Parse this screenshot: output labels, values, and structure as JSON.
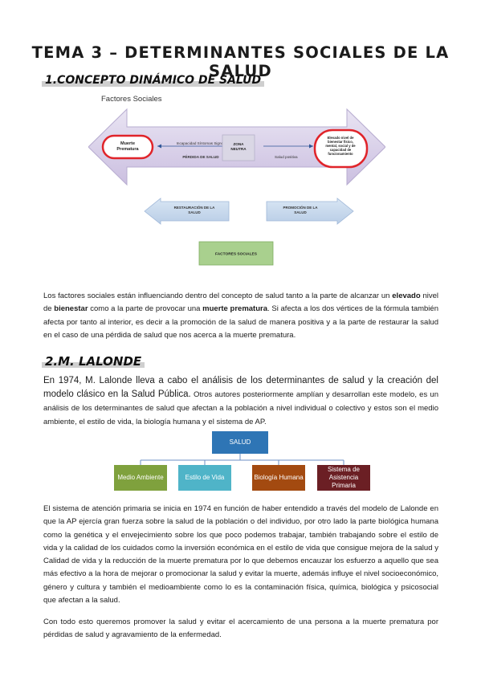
{
  "title": "TEMA 3 – DETERMINANTES SOCIALES DE LA SALUD",
  "section1": {
    "heading": "1.CONCEPTO DINÁMICO DE SALUD",
    "diagram": {
      "title": "Factores Sociales",
      "left_circle": "Muerte Prematura",
      "left_top_label": "Incapacidad  Síntomas  Signos",
      "left_bottom_label": "PÉRDIDA DE SALUD",
      "center_box": "ZONA NEUTRA",
      "right_arrow_label": "Salud positiva",
      "right_circle": "Elevado nivel de bienestar físico, mental, social y de capacidad de funcionamiento",
      "bottom_left_arrow": "RESTAURACIÓN DE LA SALUD",
      "bottom_right_arrow": "PROMOCIÓN DE LA SALUD",
      "bottom_box": "FACTORES SOCIALES"
    },
    "paragraph": {
      "p1": "Los factores sociales están influenciando dentro del concepto de salud tanto a la parte de alcanzar un ",
      "b1": "elevado",
      "p2": " nivel de ",
      "b2": "bienestar",
      "p3": " como a la parte de provocar una ",
      "b3": "muerte prematura",
      "p4": ". Si afecta a los dos vértices de la fórmula también afecta por tanto al interior, es decir a la promoción de la salud de manera positiva y a la parte de restaurar la salud en el caso de una pérdida de salud que nos acerca a la muerte prematura."
    }
  },
  "section2": {
    "heading": "2.M. LALONDE",
    "lead": "En 1974, M. Lalonde lleva a cabo el análisis de los determinantes de salud y la creación del modelo clásico en la Salud Pública.",
    "rest": " Otros autores posteriormente amplían y desarrollan este modelo, es un análisis de los determinantes de salud que afectan a la población a nivel individual o colectivo y estos son el medio ambiente, el estilo de vida, la biología humana y el sistema de AP.",
    "tree": {
      "root": "SALUD",
      "children": [
        "Medio Ambiente",
        "Estilo de Vida",
        "Biología Humana",
        "Sistema de Asistencia Primaria"
      ],
      "colors": [
        "#7fa13d",
        "#4fb4c8",
        "#a34a10",
        "#6b1f24"
      ],
      "root_color": "#2e75b5"
    },
    "paragraph2": "El sistema de atención primaria se inicia en 1974 en función de haber entendido a través del modelo de Lalonde en que la AP ejercía gran fuerza sobre la salud de la población o del individuo, por otro lado la parte biológica humana como la genética y el envejecimiento sobre los que poco podemos trabajar, también trabajando sobre el estilo de vida y la calidad de los cuidados como la inversión económica en el estilo de vida que consigue mejora de la salud y Calidad de vida y la reducción de la muerte prematura por lo que debemos encauzar los esfuerzo a aquello que sea más efectivo a la hora de mejorar o promocionar la salud y evitar la muerte, además influye el nivel socioeconómico, género y cultura y también el medioambiente como lo es la contaminación física, química, biológica y psicosocial que afectan a la salud.",
    "paragraph3": "Con todo esto queremos promover la salud y evitar el acercamiento de una persona a la muerte prematura por pérdidas de salud y agravamiento de la enfermedad."
  }
}
